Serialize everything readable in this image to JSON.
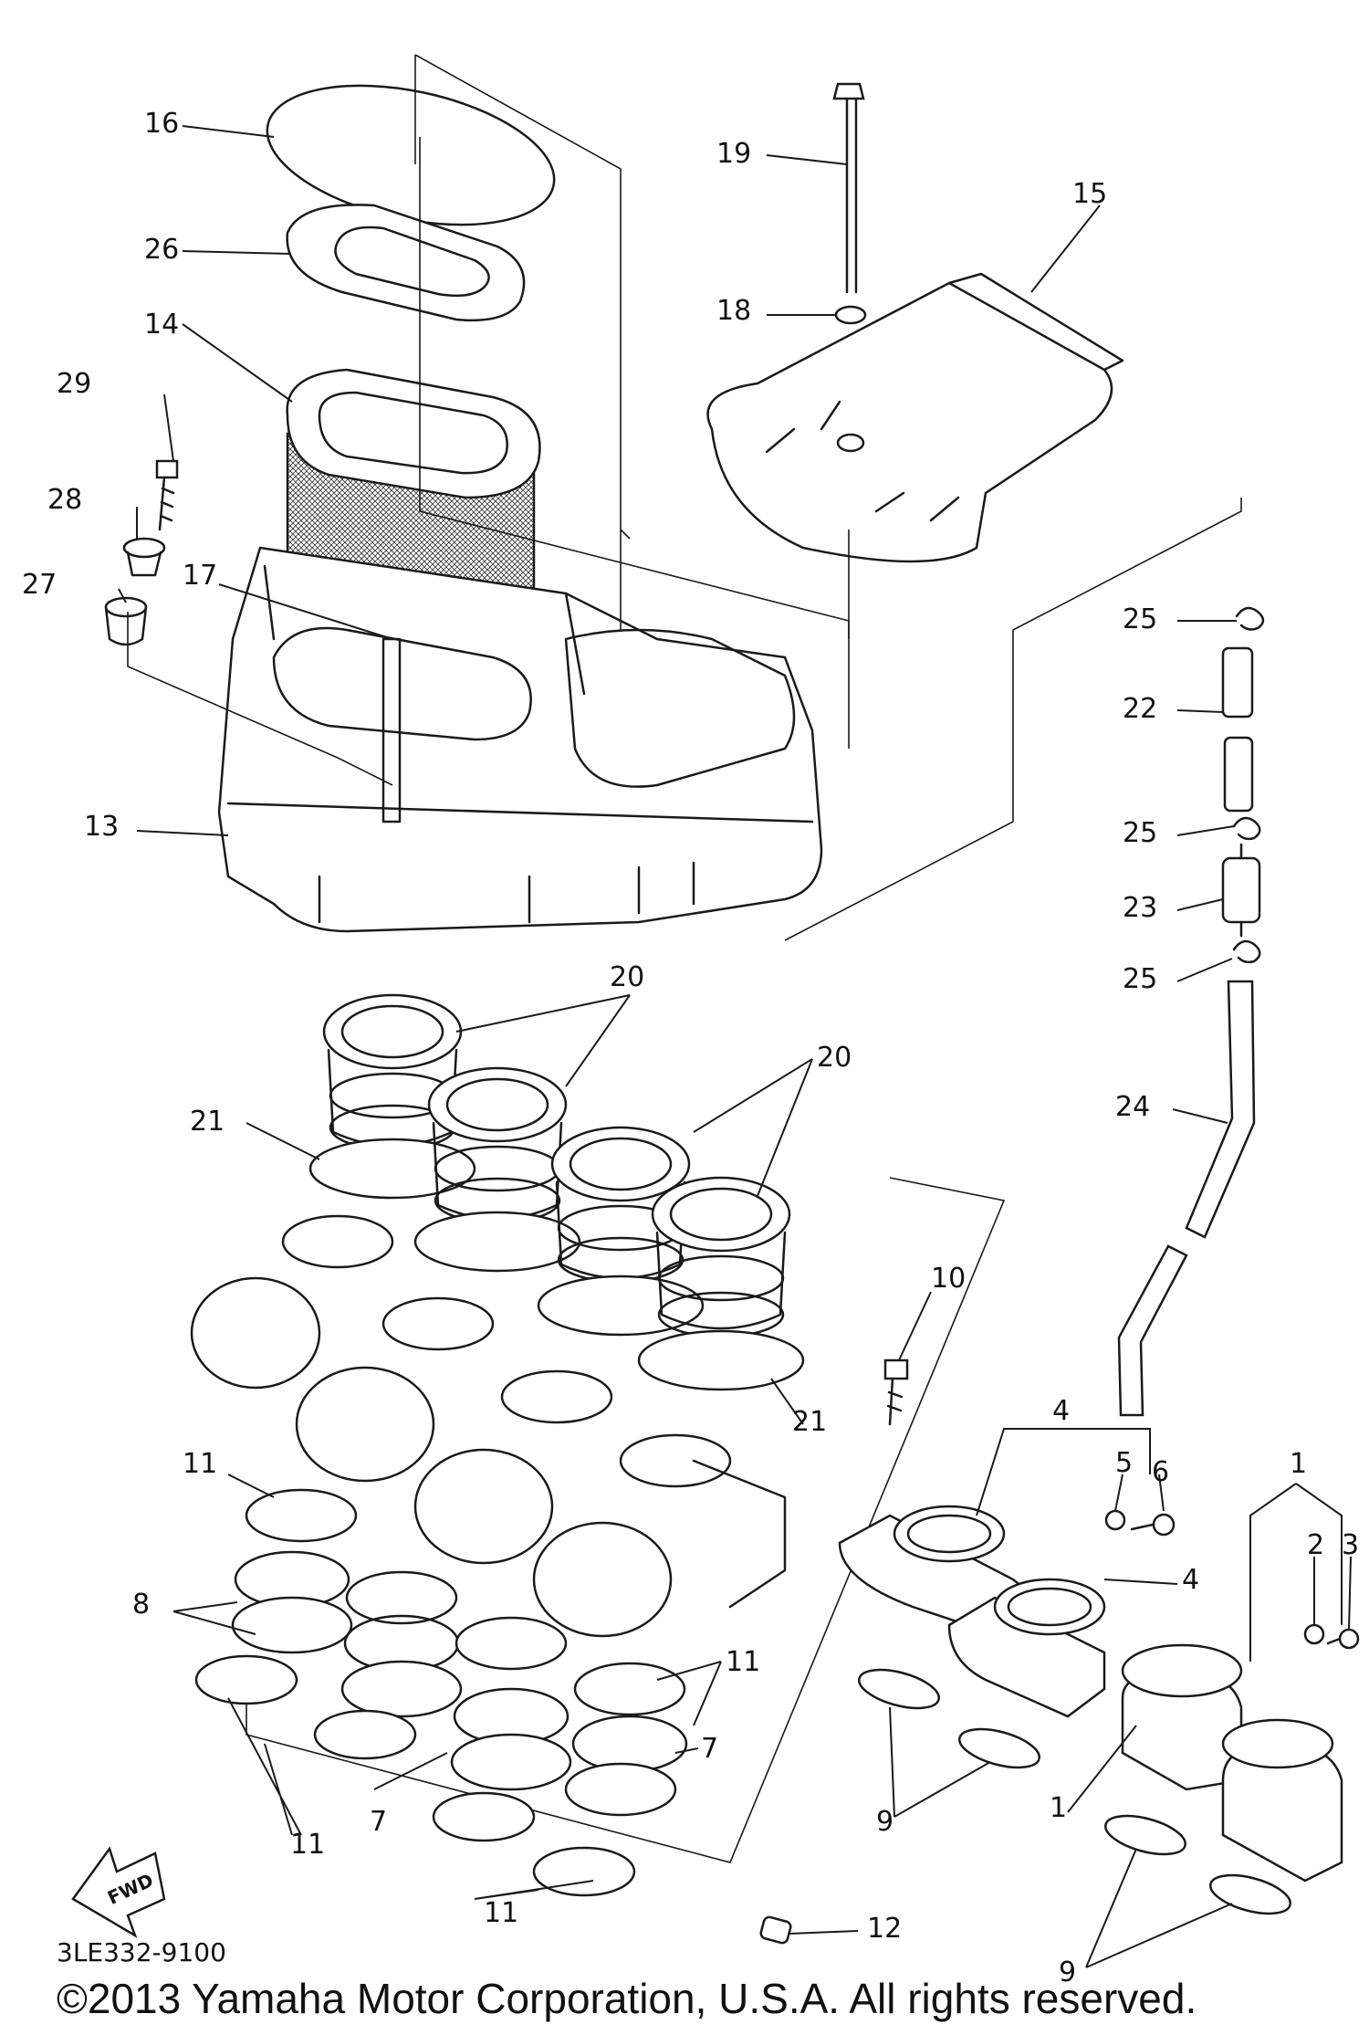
{
  "figure": {
    "diagram_code": "3LE332-9100",
    "copyright": "©2013 Yamaha Motor Corporation, U.S.A. All rights reserved.",
    "fwd_label": "FWD"
  },
  "callouts": [
    "16",
    "26",
    "14",
    "29",
    "28",
    "27",
    "17",
    "13",
    "19",
    "18",
    "15",
    "25",
    "22",
    "25",
    "23",
    "25",
    "24",
    "20",
    "20",
    "21",
    "21",
    "10",
    "11",
    "8",
    "11",
    "11",
    "7",
    "7",
    "4",
    "5",
    "6",
    "4",
    "1",
    "2",
    "3",
    "9",
    "1",
    "9",
    "11",
    "12"
  ],
  "colors": {
    "ink": "#1a1a1a",
    "paper": "#ffffff"
  }
}
